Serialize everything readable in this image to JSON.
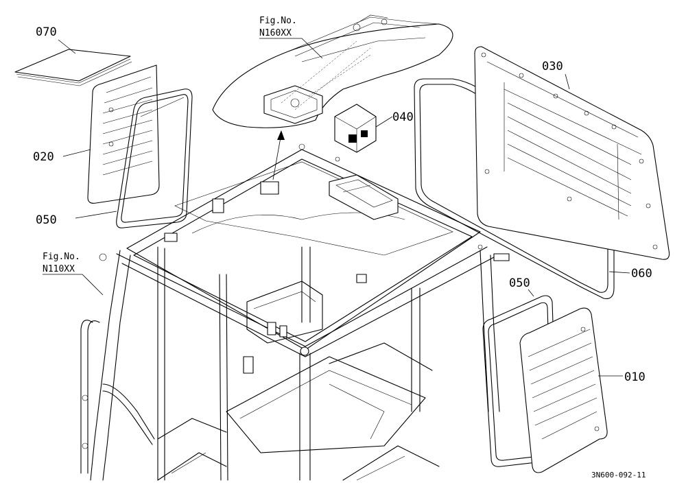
{
  "callouts": {
    "p010": "010",
    "p020": "020",
    "p030": "030",
    "p040": "040",
    "p050_left": "050",
    "p050_right": "050",
    "p060": "060",
    "p070": "070"
  },
  "fig_refs": {
    "roof": {
      "prefix": "Fig.No.",
      "number": "N160XX"
    },
    "frame": {
      "prefix": "Fig.No.",
      "number": "N110XX"
    }
  },
  "drawing_code": "3N600-092-11"
}
